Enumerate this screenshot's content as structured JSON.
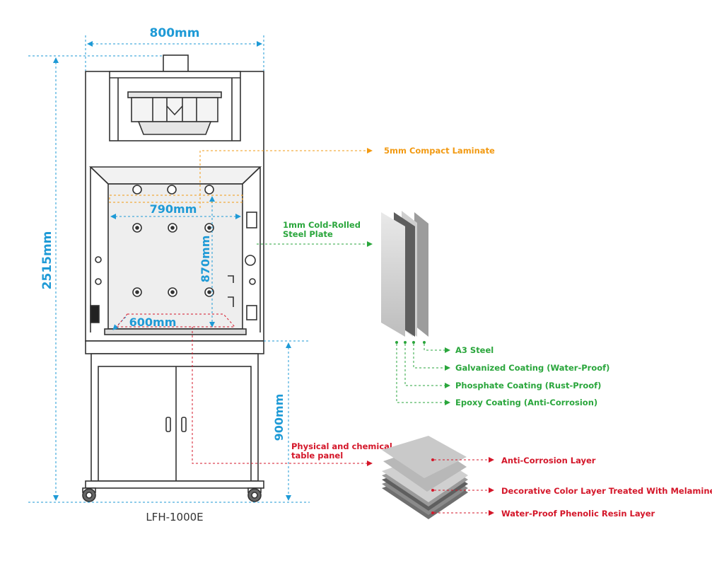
{
  "model": "LFH-1000E",
  "colors": {
    "dimension": "#1e9ad6",
    "orange": "#f29a13",
    "green": "#2aa63c",
    "red": "#d4172a",
    "outline": "#333333",
    "panel": "#efefef"
  },
  "dimensions": {
    "width_overall": "800mm",
    "height_overall": "2515mm",
    "inner_width": "790mm",
    "inner_height": "870mm",
    "inner_depth": "600mm",
    "cabinet_height": "900mm"
  },
  "callouts": {
    "compact_laminate": "5mm Compact Laminate",
    "steel_plate": "1mm Cold-Rolled\nSteel Plate",
    "table_panel": "Physical and chemical\ntable panel"
  },
  "steel_layers": [
    "A3 Steel",
    "Galvanized Coating (Water-Proof)",
    "Phosphate Coating (Rust-Proof)",
    "Epoxy Coating (Anti-Corrosion)"
  ],
  "panel_layers": [
    "Anti-Corrosion Layer",
    "Decorative Color Layer Treated With Melamine",
    "Water-Proof Phenolic Resin Layer"
  ]
}
